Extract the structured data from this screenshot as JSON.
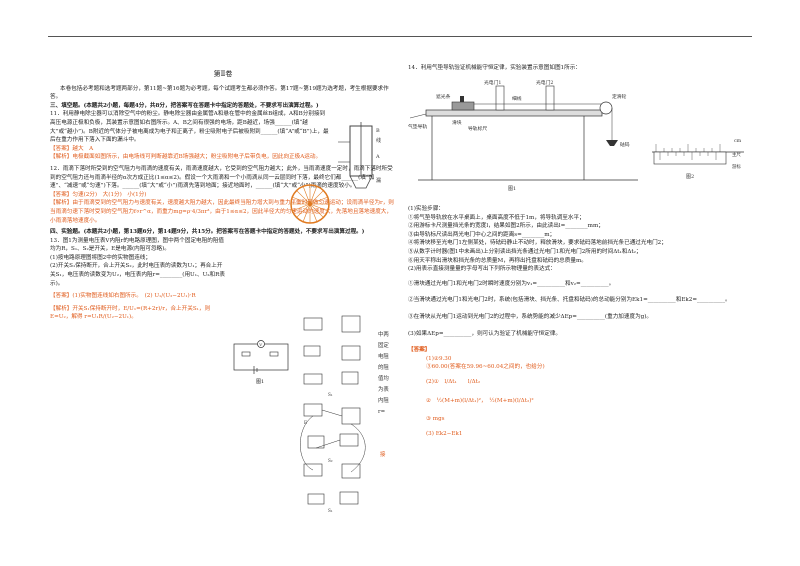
{
  "header": {
    "section_title": "第Ⅱ卷"
  },
  "left": {
    "intro": "本卷包括必考题和选考题两部分，第11题~第16题为必考题，每个试题考生都必须作答。第17题~第19题为选考题，考生根据要求作答。",
    "part3_heading": "三、填空题。(本题共2小题，每题4分，共8分，把答案写在答题卡中指定的答题处，不要求写出演算过程。)",
    "q11": "11．利用静电除尘器可以消除空气中的粉尘。静电除尘器由金属管A和悬在管中的金属丝B组成，A和B分别接到高压电源正极和负极，其装置示意图如右图所示。A、B之间有很强的电场，距B越近，场强______(填“越大”或“越小”)。B附近的气体分子被电离成为电子和正离子，粉尘吸附电子后被吸附到______(填“A”或“B”)上，最后在重力作用下落入下面的漏斗中。",
    "q11_answer": "【答案】越大　A",
    "q11_analysis": "【解析】电极截面如图所示，由电场线可判断越靠近B场强越大；粉尘吸附电子后带负电，因此向正极A运动。",
    "q12": "12．雨滴下落时所受到的空气阻力与雨滴的速度有关，雨滴速度越大，它受到的空气阻力越大；此外，当雨滴速度一定时，雨滴下落时所受到的空气阻力还与雨滴半径的α次方成正比(1≤α≤2)。假设一个大雨滴和一个小雨滴从同一云层同时下落，最终它们都______(填“加速”、“减速”或“匀速”)下落。______(填“大”或“小”)雨滴先落到地面；接近地面时，______(填“大”或“小”)雨滴的速度较小。",
    "q12_answer": "【答案】匀速(2分)　大(1分)　小(1分)",
    "q12_analysis": "【解析】由于雨滴受到的空气阻力与速度有关，速度越大阻力越大，因此最终当阻力增大到与重力平衡时都做匀速运动；设雨滴半径为r，则当雨滴匀速下落时受到的空气阻力f∝r^α，而重力mg=ρ·4/3πr³，由于1≤α≤2，因此半径大的匀速运动的速度大，先落地且落地速度大，小雨滴落地速度小。",
    "part4_heading": "四、实验题。(本题共2小题，第13题6分，第14题9分，共15分。把答案写在答题卡中指定的答题处，不要求写出演算过程。)",
    "q13": "13．图1为测量电压表V内阻r的电路原理图，图中两个固定电阻的阻值均为R，S₁、S₂是开关，E是电源(内阻可忽略)。",
    "q13_1": "(1)按电路原理图将图2中的实物图连线；",
    "q13_2": "(2)开关S₁保持断开，合上开关S₂，此时电压表的读数为U₁；再合上开关S₁，电压表的读数变为U₂，电压表内阻r=________(用U₁、U₂和R表示)。",
    "q13_answer": "【答案】(1)实物图连线如右图所示。　(2) U₁/(U₂−2U₁)·R",
    "q13_analysis": "【解析】开关S₁保持断开时，E/U₁=(R+2r)/r，合上开关S₁，则E=U₂，解得 r=U₁R/(U₂−2U₁)。",
    "fig1_label": "图1",
    "fig2_label": "图2",
    "fig_side": "中两固定电阻的阻值均为表内阻r=",
    "fig_side_b": "接"
  },
  "right": {
    "q14": "14．利用气垫导轨验证机械能守恒定律，实验装置示意图如图1所示：",
    "fig_labels": {
      "gate1": "光电门1",
      "gate2": "光电门2",
      "shade": "遮光条",
      "slider": "滑块",
      "rope": "细线",
      "pulley": "定滑轮",
      "rail": "气垫导轨",
      "screw": "导轨标尺",
      "weight": "砝码",
      "fig1": "图1",
      "fig2": "图2",
      "cm": "cm",
      "scale_main": "主尺",
      "scale_vernier": "游标"
    },
    "steps_heading": "(1)实验步骤：",
    "s1": "①将气垫导轨放在水平桌面上，桌面高度不低于1m，将导轨调至水平；",
    "s2": "②用游标卡尺测量挡光条的宽度l，结果如图2所示，由此读出l=________mm；",
    "s3": "③由导轨标尺读出两光电门中心之间的距离s=________m；",
    "s4": "④将滑块移至光电门1左侧某处，待砝码静止不动时，释放滑块，要求砝码落地前挡光条已通过光电门2；",
    "s5": "⑤从数字计时器(图1中未画出)上分别读出挡光条通过光电门1和光电门2所用的时间Δt₁和Δt₂；",
    "s6": "⑥用天平称出滑块和挡光条的总质量M，再称出托盘和砝码的总质量m。",
    "q2_heading": "(2)用表示直接测量量的字母写出下列所示物理量的表达式：",
    "r1": "①滑块通过光电门1和光电门2时瞬时速度分别为v₁=__________和v₂=__________。",
    "r2": "②当滑块通过光电门1和光电门2时，系统(包括滑块、挡光条、托盘和砝码)的总动能分别为Ek1=__________和Ek2=__________。",
    "r3": "③在滑块从光电门1运动到光电门2的过程中，系统势能的减少ΔEp=__________(重力加速度为g)。",
    "q3": "(3)如果ΔEp=__________，则可认为验证了机械能守恒定律。",
    "ans_title": "【答案】",
    "a1": "(1)②9.30",
    "a2": "③60.00(答案在59.96~60.04之间的，也给分)",
    "a3": "(2)①　l/Δt₁　　l/Δt₂",
    "a4": "②　½(M+m)(l/Δt₁)²，　½(M+m)(l/Δt₂)²",
    "a5": "③ mgs",
    "a6": "(3) Ek2−Ek1"
  }
}
